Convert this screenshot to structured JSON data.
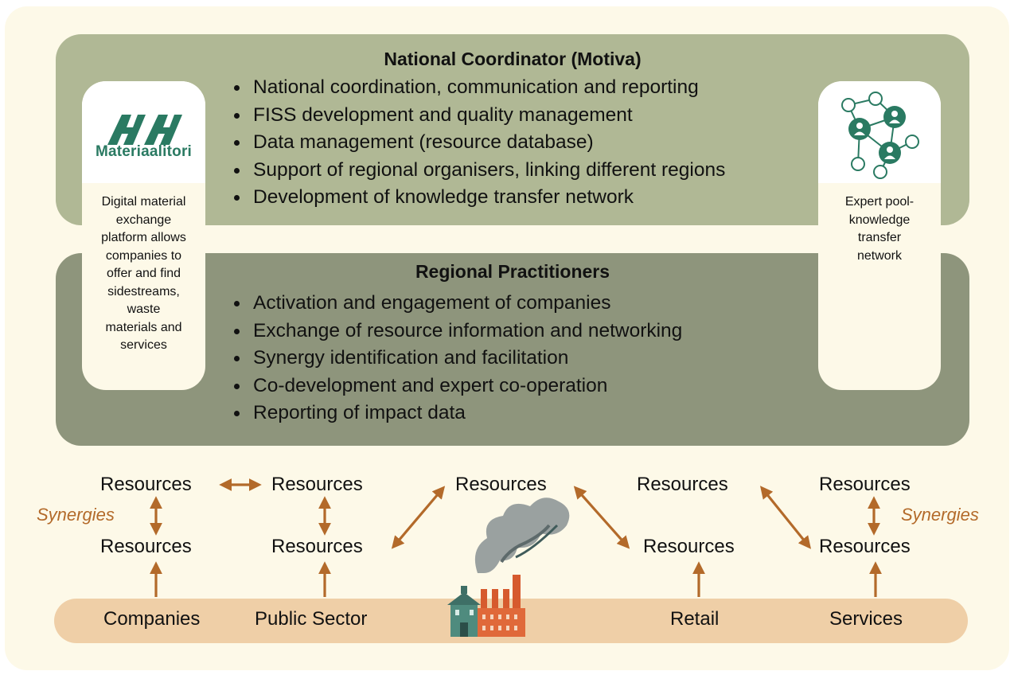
{
  "national": {
    "title": "National Coordinator (Motiva)",
    "items": [
      "National coordination, communication and reporting",
      "FISS development and quality management",
      "Data management (resource database)",
      "Support of regional organisers, linking different regions",
      "Development of knowledge transfer network"
    ]
  },
  "regional": {
    "title": "Regional Practitioners",
    "items": [
      "Activation and engagement of companies",
      "Exchange of resource information and networking",
      "Synergy identification and facilitation",
      "Co-development and expert co-operation",
      "Reporting of impact data"
    ]
  },
  "left_card": {
    "logo_text": "Materiaalitori",
    "description_lines": [
      "Digital material",
      "exchange",
      "platform allows",
      "companies to",
      "offer and find",
      "sidestreams,",
      "waste",
      "materials and",
      "services"
    ]
  },
  "right_card": {
    "icon": "network-people-icon",
    "description_lines": [
      "Expert pool-",
      "knowledge",
      "transfer",
      "network"
    ]
  },
  "resources_label": "Resources",
  "synergies_label": "Synergies",
  "sectors": [
    "Companies",
    "Public Sector",
    "Retail",
    "Services"
  ],
  "colors": {
    "national_band": "#b0b895",
    "regional_band": "#8e957c",
    "arrow": "#b36a2a",
    "ground": "#efcfa7",
    "logo_green": "#2a7a62"
  }
}
